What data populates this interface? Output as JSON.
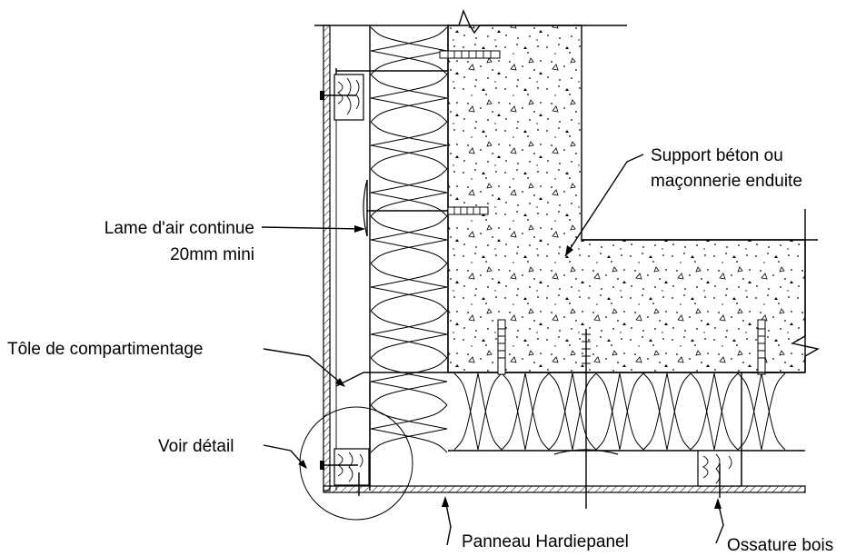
{
  "labels": {
    "support_line1": "Support béton ou",
    "support_line2": "maçonnerie enduite",
    "air_line1": "Lame d'air continue",
    "air_line2": "20mm mini",
    "tole": "Tôle de compartimentage",
    "voir": "Voir détail",
    "panneau": "Panneau Hardiepanel",
    "ossature": "Ossature bois"
  }
}
